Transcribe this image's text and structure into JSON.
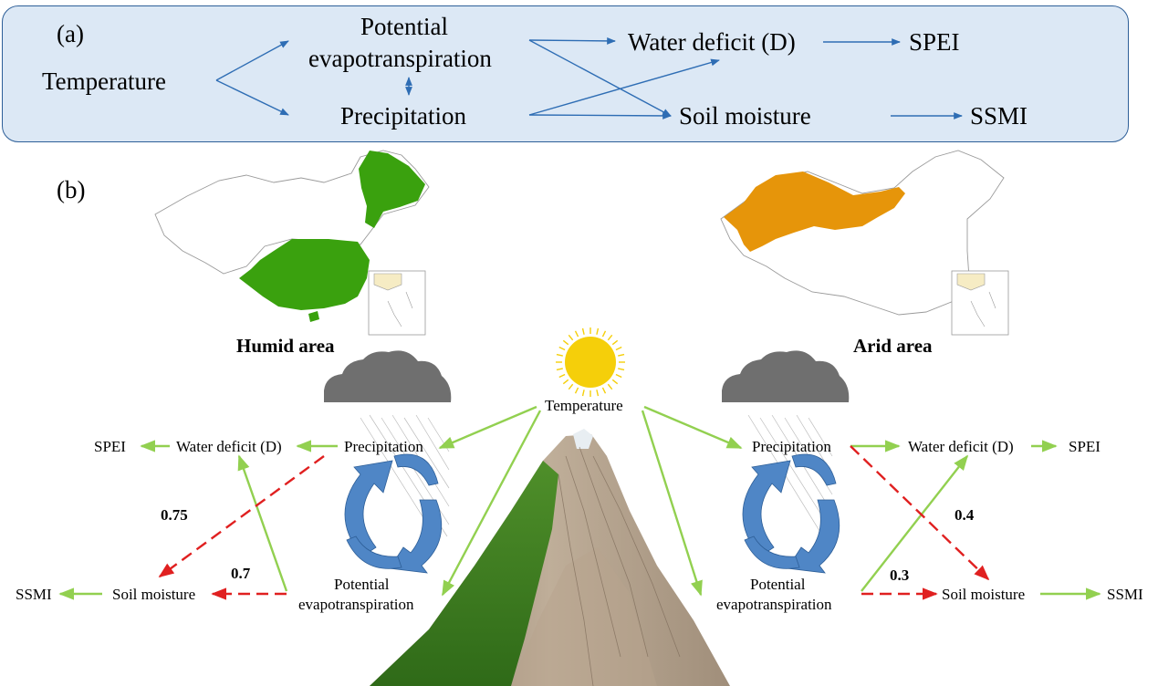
{
  "panel_a": {
    "label": "(a)",
    "temperature": "Temperature",
    "pet_line1": "Potential",
    "pet_line2": "evapotranspiration",
    "precipitation": "Precipitation",
    "water_deficit": "Water deficit (D)",
    "soil_moisture": "Soil moisture",
    "spei": "SPEI",
    "ssmi": "SSMI"
  },
  "panel_b": {
    "label": "(b)",
    "humid": {
      "title": "Humid area",
      "spei": "SPEI",
      "water_deficit": "Water deficit (D)",
      "precipitation": "Precipitation",
      "ssmi": "SSMI",
      "soil_moisture": "Soil moisture",
      "pet_line1": "Potential",
      "pet_line2": "evapotranspiration",
      "coef_precip_soil": "0.75",
      "coef_pet_soil": "0.7"
    },
    "arid": {
      "title": "Arid area",
      "precipitation": "Precipitation",
      "water_deficit": "Water deficit (D)",
      "spei": "SPEI",
      "soil_moisture": "Soil moisture",
      "ssmi": "SSMI",
      "pet_line1": "Potential",
      "pet_line2": "evapotranspiration",
      "coef_precip_soil": "0.4",
      "coef_pet_soil": "0.3"
    },
    "temperature": "Temperature"
  },
  "colors": {
    "panel_bg": "#dce8f5",
    "panel_border": "#2e5f98",
    "blue_arrow": "#2e6db4",
    "green_arrow": "#92d050",
    "red_dashed": "#e02020",
    "humid_fill": "#3aa10e",
    "arid_fill": "#e6950a",
    "sun": "#f5cf0a",
    "cloud": "#6f6f6f",
    "cycle_arrow": "#4f86c6"
  },
  "icons": [
    "sun-icon",
    "cloud-icon",
    "mountain-illustration",
    "china-map-outline",
    "rain-streaks"
  ]
}
